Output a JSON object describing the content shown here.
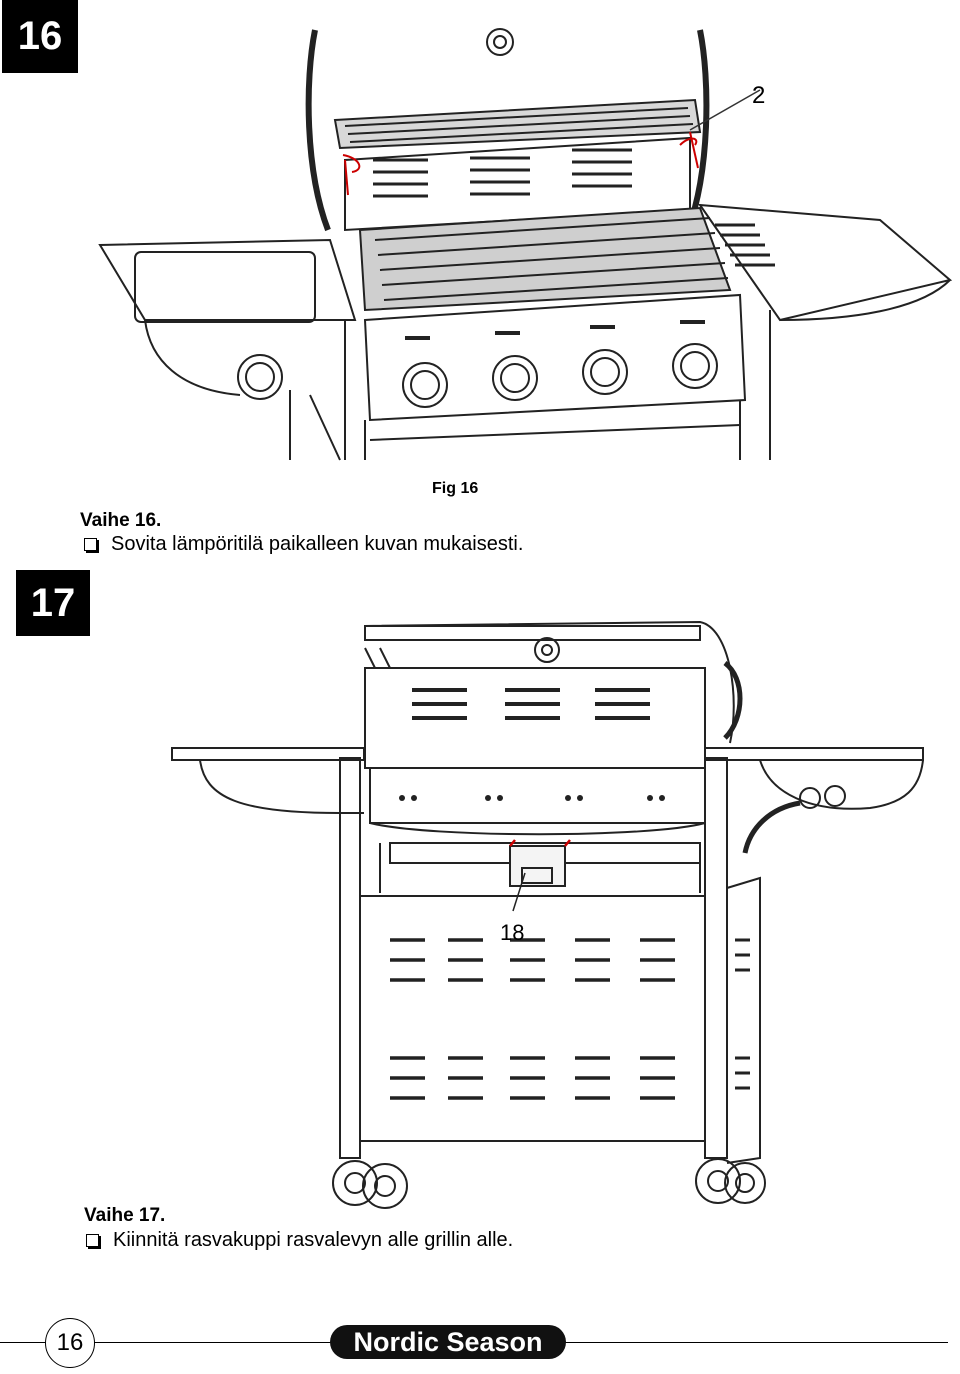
{
  "step16": {
    "badge": "16",
    "title": "Vaihe 16.",
    "instruction": "Sovita lämpöritilä paikalleen kuvan mukaisesti.",
    "figure_label": "Fig 16",
    "callout": "2"
  },
  "step17": {
    "badge": "17",
    "title": "Vaihe 17.",
    "instruction": "Kiinnitä rasvakuppi rasvalevyn alle grillin alle.",
    "callout": "18"
  },
  "footer": {
    "page_number": "16",
    "brand": "Nordic Season"
  }
}
